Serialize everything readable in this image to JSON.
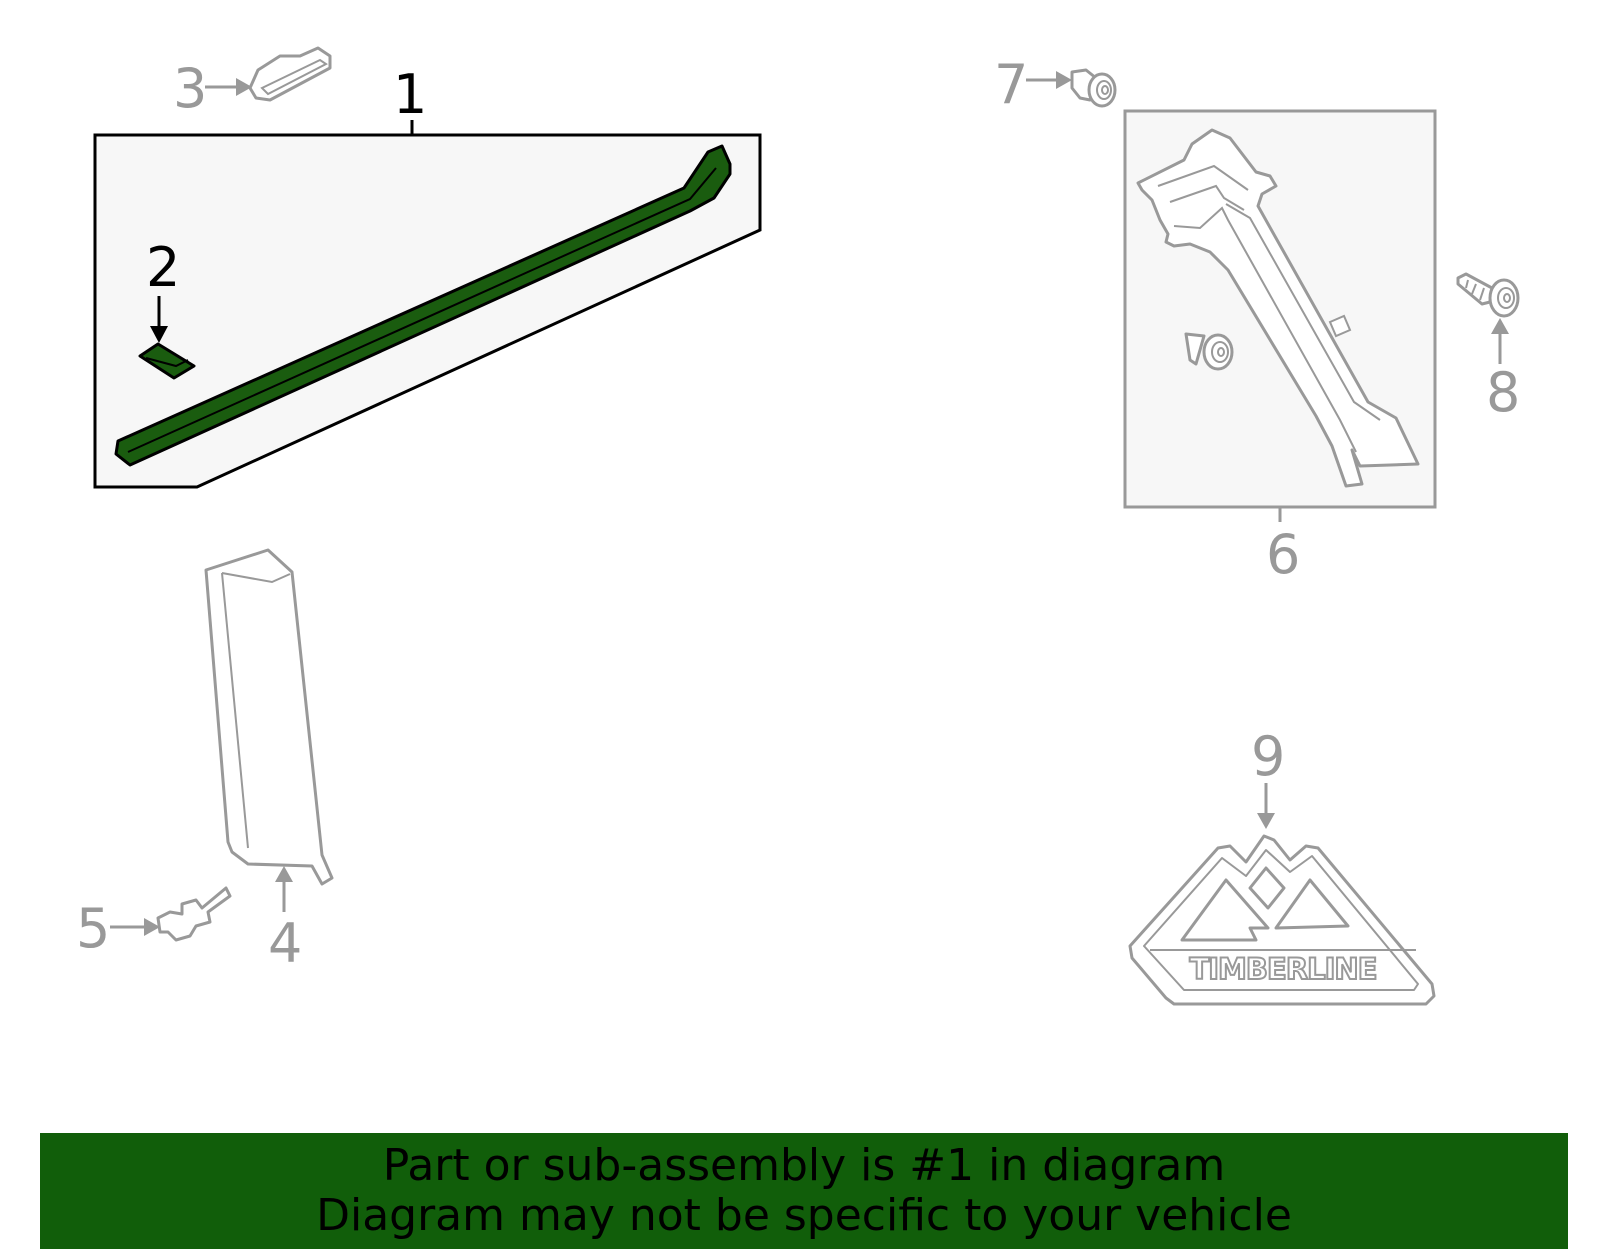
{
  "colors": {
    "highlight_fill": "#1a5c0f",
    "banner_background": "#115e0a",
    "panel_background": "#f7f7f7",
    "selected_outline": "#000000",
    "other_outline": "#999999"
  },
  "callouts": {
    "part_1": "1",
    "part_2": "2",
    "part_3": "3",
    "part_4": "4",
    "part_5": "5",
    "part_6": "6",
    "part_7": "7",
    "part_8": "8",
    "part_9": "9"
  },
  "badge": {
    "text": "TIMBERLINE"
  },
  "banner": {
    "line1": "Part or sub-assembly is #1 in diagram",
    "line2": "Diagram may not be specific to your vehicle"
  }
}
